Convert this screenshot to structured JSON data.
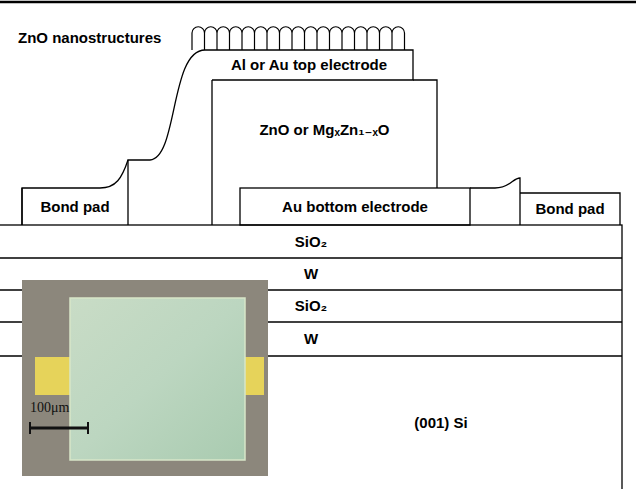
{
  "diagram": {
    "nodes": [
      {
        "text": [
          "Al or Au top electrode"
        ]
      },
      {
        "text": [
          "ZnO or MgₓZn₁₋ₓO"
        ]
      },
      {
        "text": [
          "Bond pad"
        ]
      },
      {
        "text": [
          "Au bottom electrode"
        ]
      },
      {
        "text": [
          "Bond pad"
        ]
      },
      {
        "text": [
          "SiO₂"
        ]
      },
      {
        "text": [
          "W"
        ]
      },
      {
        "text": [
          "SiO₂"
        ]
      },
      {
        "text": [
          "W"
        ]
      },
      {
        "text": [
          "(001) Si"
        ]
      }
    ],
    "labels": [
      "ZnO nanostructures",
      "100μm"
    ]
  }
}
